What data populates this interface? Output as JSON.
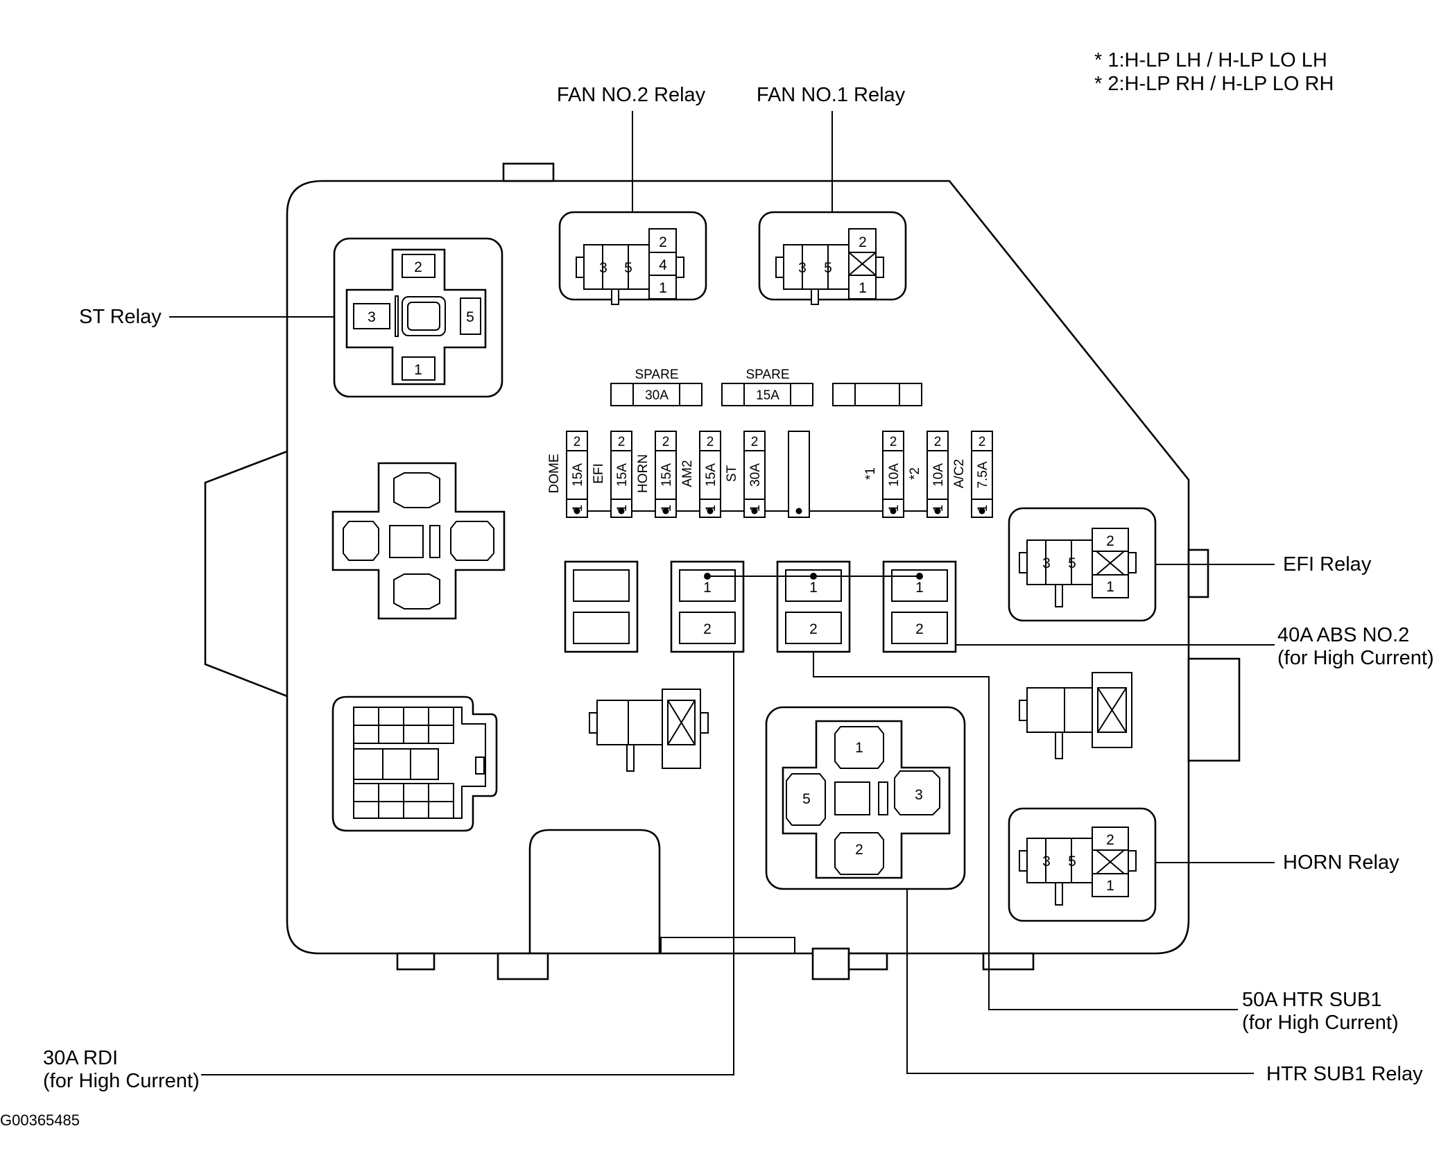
{
  "notes": [
    "* 1:H-LP LH / H-LP LO LH",
    "* 2:H-LP RH / H-LP LO RH"
  ],
  "figure_id": "G00365485",
  "callouts": {
    "fan2_relay": "FAN NO.2 Relay",
    "fan1_relay": "FAN NO.1 Relay",
    "st_relay": "ST Relay",
    "efi_relay": "EFI Relay",
    "horn_relay": "HORN Relay",
    "abs2": [
      "40A ABS NO.2",
      "(for High Current)"
    ],
    "htr_sub1_fuse": [
      "50A HTR SUB1",
      "(for High Current)"
    ],
    "htr_sub1_relay": "HTR SUB1 Relay",
    "rdi": [
      "30A RDI",
      "(for High Current)"
    ]
  },
  "spares": [
    {
      "label": "SPARE",
      "rating": "30A"
    },
    {
      "label": "SPARE",
      "rating": "15A"
    }
  ],
  "fuses": [
    {
      "name": "DOME",
      "rating": "15A"
    },
    {
      "name": "EFI",
      "rating": "15A"
    },
    {
      "name": "HORN",
      "rating": "15A"
    },
    {
      "name": "AM2",
      "rating": "15A"
    },
    {
      "name": "ST",
      "rating": "30A"
    },
    {
      "name": "",
      "rating": ""
    },
    {
      "name": "*1",
      "rating": "10A"
    },
    {
      "name": "*2",
      "rating": "10A"
    },
    {
      "name": "A/C2",
      "rating": "7.5A"
    }
  ],
  "fuse_pins": {
    "top": "2",
    "bottom": "1"
  },
  "relay_pins": {
    "st": [
      "2",
      "3",
      "5",
      "1"
    ],
    "fan2": [
      "3",
      "5",
      "2",
      "4",
      "1"
    ],
    "fan1": [
      "3",
      "5",
      "2",
      "1"
    ],
    "efi": [
      "3",
      "5",
      "2",
      "1"
    ],
    "horn": [
      "3",
      "5",
      "2",
      "1"
    ],
    "htr_sub1": [
      "1",
      "5",
      "3",
      "2"
    ]
  },
  "big_fuse_pins": [
    "1",
    "2"
  ]
}
